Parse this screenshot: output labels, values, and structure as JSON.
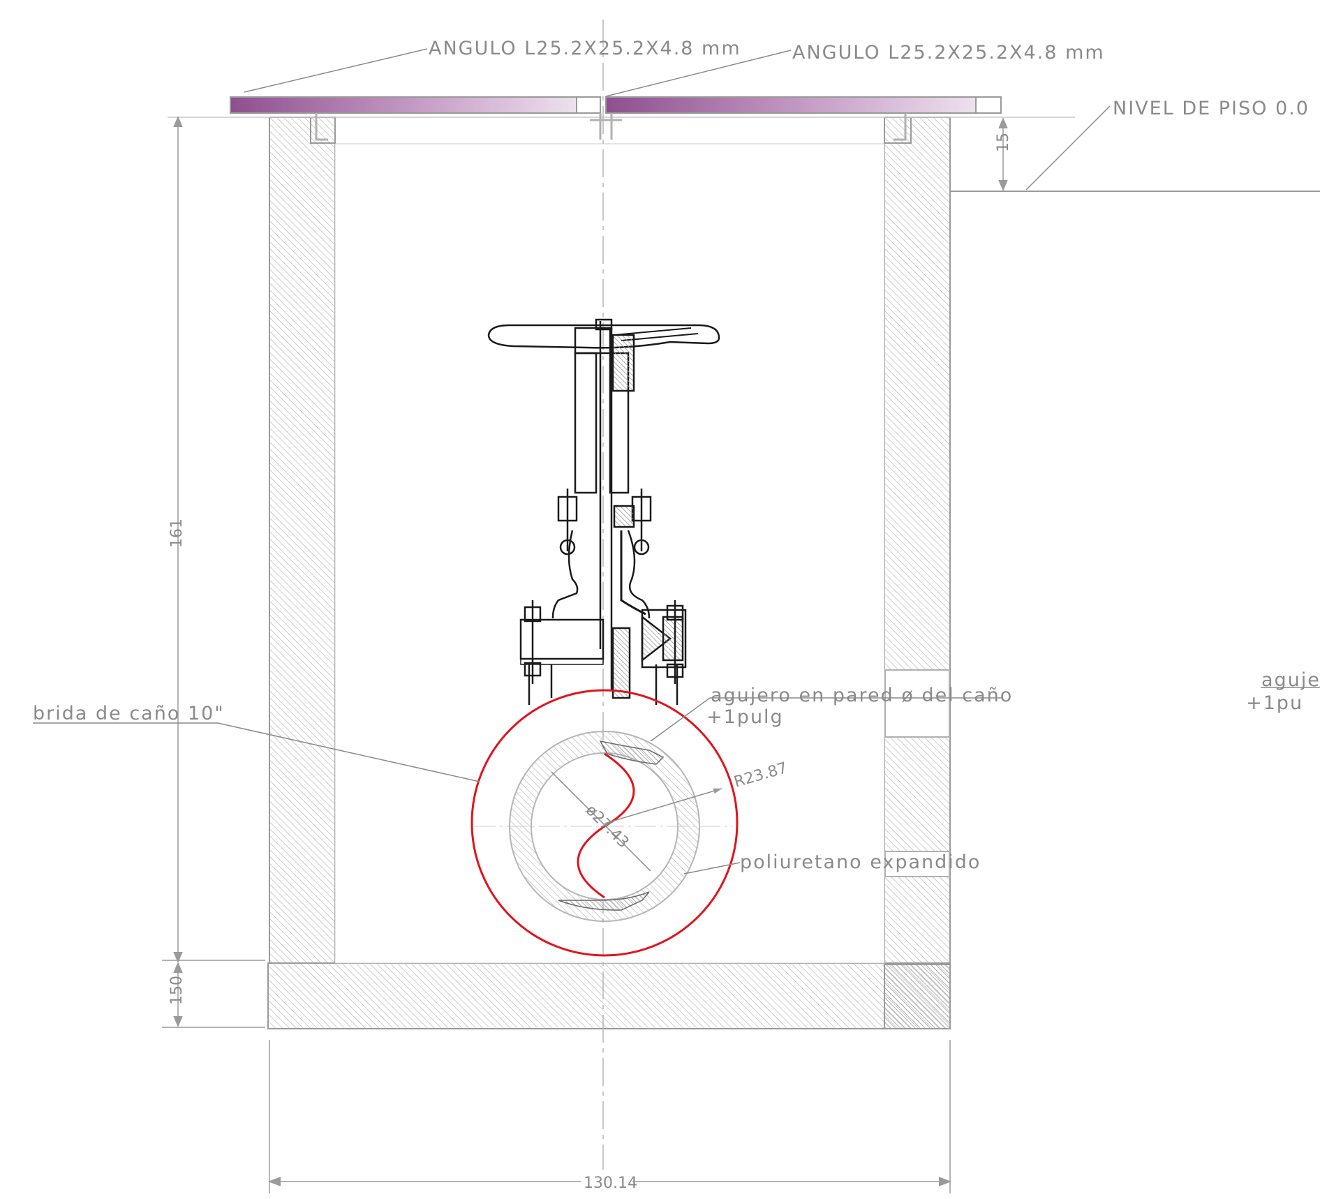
{
  "labels": {
    "angulo_left": "ANGULO L25.2X25.2X4.8 mm",
    "angulo_right": "ANGULO L25.2X25.2X4.8 mm",
    "nivel_piso": "NIVEL DE PISO 0.0",
    "brida": "brida de caño 10\"",
    "agujero_line1": "agujero en pared ø del caño",
    "agujero_line2": "+1pulg",
    "poliuretano": "poliuretano expandido",
    "radius": "R23.87",
    "diameter": "ø27.43",
    "agujero_cut_line1": "aguje",
    "agujero_cut_line2": "+1pu"
  },
  "dimensions": {
    "height_main": "161",
    "height_top": "15",
    "height_base": "150",
    "width_total": "130.14"
  },
  "colors": {
    "line": "#9a9a9a",
    "dark_line": "#1a1a1a",
    "highlight_circle": "#e0141c",
    "lid_gradient_start": "#8e4f8e",
    "lid_gradient_end": "#f3ecf3",
    "hatch": "#b5b5b5"
  }
}
